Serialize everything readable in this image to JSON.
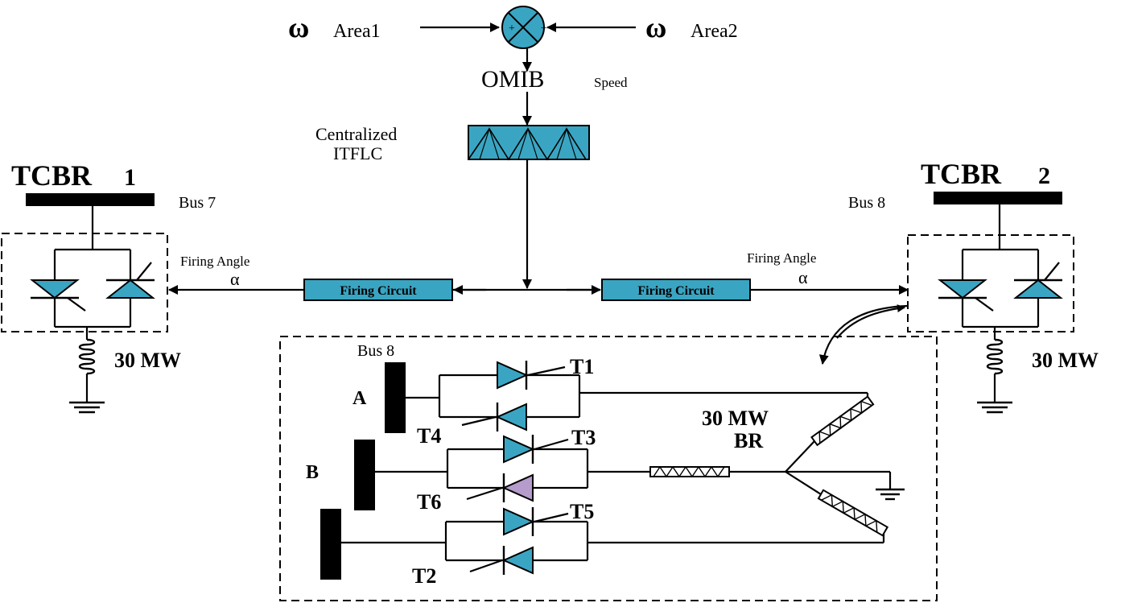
{
  "inputs": {
    "left_symbol": "ω",
    "left_subscript": "Area1",
    "right_symbol": "ω",
    "right_subscript": "Area2",
    "summer_plus": "+",
    "summer_minus": "−"
  },
  "signal": {
    "main": "OMIB",
    "subscript": "Speed"
  },
  "controller": {
    "line1": "Centralized",
    "line2": "ITFLC"
  },
  "left_unit": {
    "title_main": "TCBR",
    "title_sub": "1",
    "bus": "Bus 7",
    "firing_label": "Firing Angle",
    "alpha": "α",
    "firing_block": "Firing Circuit",
    "load": "30 MW"
  },
  "right_unit": {
    "title_main": "TCBR",
    "title_sub": "2",
    "bus": "Bus 8",
    "firing_label": "Firing Angle",
    "alpha": "α",
    "firing_block": "Firing Circuit",
    "load": "30 MW"
  },
  "detail": {
    "bus": "Bus 8",
    "phase_a": "A",
    "phase_b": "B",
    "t1": "T1",
    "t2": "T2",
    "t3": "T3",
    "t4": "T4",
    "t5": "T5",
    "t6": "T6",
    "rating_line1": "30 MW",
    "rating_line2": "BR"
  },
  "colors": {
    "thyristor": "#3aa5c2",
    "highlight_thyristor": "#b59ccc"
  }
}
